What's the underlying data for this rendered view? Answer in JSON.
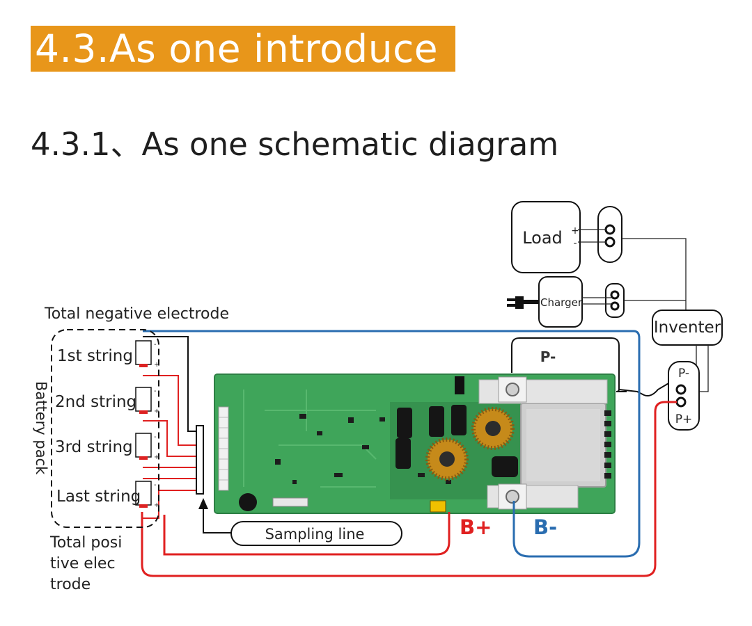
{
  "header": {
    "title": "4.3.As one introduce",
    "subtitle": "4.3.1、As one schematic diagram"
  },
  "diagram": {
    "load_label": "Load",
    "load_plus": "+",
    "load_minus": "-",
    "charger_label": "Charger",
    "inverter_label": "Inventer",
    "pminus_tab": "P-",
    "port_pminus": "P-",
    "port_pplus": "P+",
    "total_negative": "Total negative electrode",
    "total_positive_lines": [
      "Total posi",
      "tive elec",
      "trode"
    ],
    "battery_pack": "Battery pack",
    "strings": [
      "1st string",
      "2nd string",
      "3rd string",
      "Last string"
    ],
    "cell_minus": "-",
    "cell_plus": "+",
    "sampling_line": "Sampling line",
    "b_plus": "B+",
    "b_minus": "B-"
  },
  "colors": {
    "title_bg": "#e8961a",
    "red_wire": "#e02020",
    "blue_wire": "#2a6db0",
    "pcb_green": "#3fa55a"
  }
}
